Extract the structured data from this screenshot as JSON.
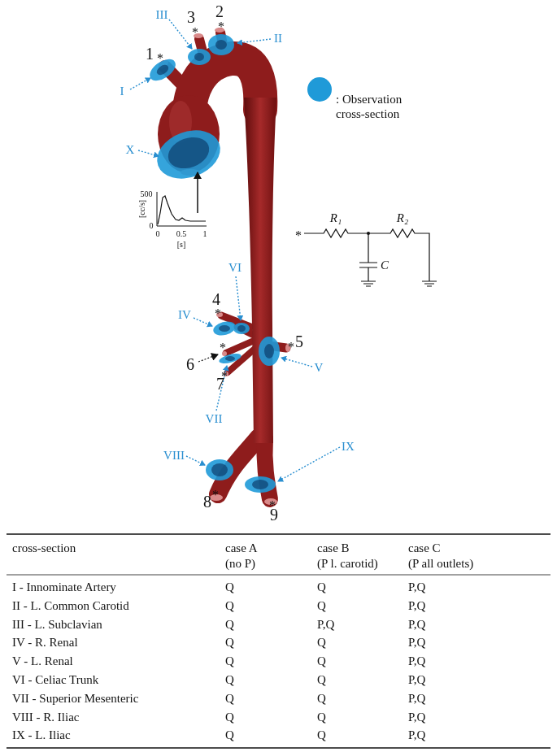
{
  "diagram": {
    "labels": [
      "1",
      "*",
      "2",
      "*",
      "3",
      "*",
      "4",
      "*",
      "5",
      "*",
      "6",
      "*",
      "7",
      "*",
      "8",
      "*",
      "9",
      "*",
      "I",
      "II",
      "III",
      "IV",
      "V",
      "VI",
      "VII",
      "VIII",
      "IX",
      "X",
      "500",
      "0",
      "0",
      "0.5",
      "1",
      "[cc/s]",
      "[s]",
      "*",
      "R₁",
      "C",
      "R₂",
      "cross-section",
      "case A",
      "(no P)",
      "case B",
      "(P l. carotid)",
      "case C",
      "(P all outlets)",
      "I - Innominate Artery",
      "Q",
      "Q",
      "P,Q",
      "II - L. Common Carotid",
      "Q",
      "Q",
      "P,Q",
      "III - L. Subclavian",
      "Q",
      "P,Q",
      "P,Q",
      "IV - R. Renal",
      "Q",
      "Q",
      "P,Q",
      "V - L. Renal",
      "Q",
      "Q",
      "P,Q",
      "VI - Celiac Trunk",
      "Q",
      "Q",
      "P,Q",
      "VII - Superior Mesenteric",
      "Q",
      "Q",
      "P,Q",
      "VIII - R. Iliac",
      "Q",
      "Q",
      "P,Q",
      "IX - L. Iliac",
      "Q",
      "Q",
      "P,Q"
    ],
    "legend": [
      {
        "text": ": Observation cross-section",
        "color": "#1f9ad8"
      }
    ]
  }
}
